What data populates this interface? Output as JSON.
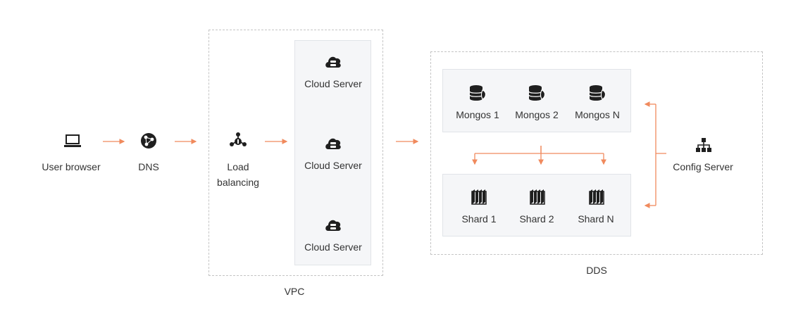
{
  "nodes": {
    "user_browser": "User browser",
    "dns": "DNS",
    "load_balancing": "Load balancing",
    "cloud_server_1": "Cloud Server",
    "cloud_server_2": "Cloud Server",
    "cloud_server_3": "Cloud Server",
    "mongos_1": "Mongos 1",
    "mongos_2": "Mongos 2",
    "mongos_n": "Mongos N",
    "shard_1": "Shard 1",
    "shard_2": "Shard 2",
    "shard_n": "Shard N",
    "config_server": "Config Server"
  },
  "groups": {
    "vpc": "VPC",
    "dds": "DDS"
  },
  "colors": {
    "arrow": "#f08a5d",
    "icon": "#1f1f1f",
    "dashed_border": "#c4c4c4",
    "panel_bg": "#f5f6f8"
  },
  "icons": {
    "user_browser": "laptop-icon",
    "dns": "globe-network-icon",
    "load_balancing": "load-balancer-icon",
    "cloud_server": "cloud-server-icon",
    "mongos": "database-icon",
    "shard": "shard-stack-icon",
    "config_server": "hierarchy-icon"
  }
}
